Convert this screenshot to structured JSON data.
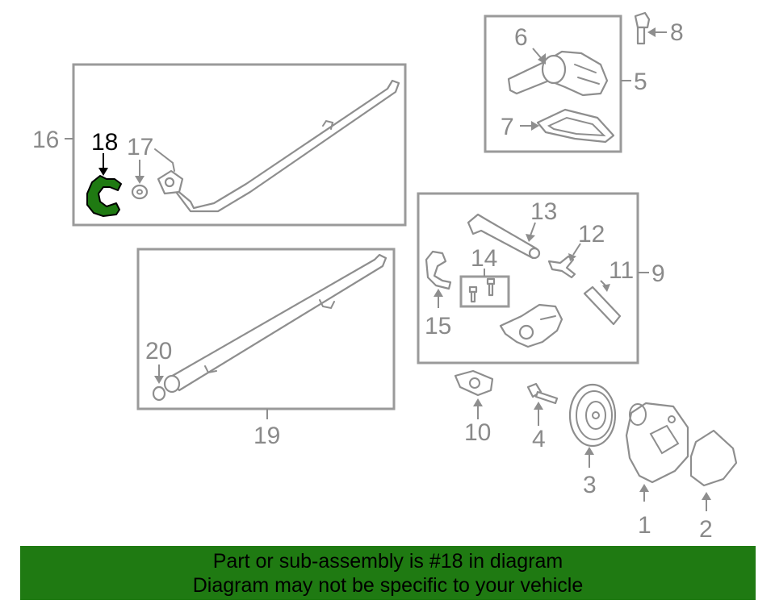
{
  "callouts": {
    "c1": "1",
    "c2": "2",
    "c3": "3",
    "c4": "4",
    "c5": "5",
    "c6": "6",
    "c7": "7",
    "c8": "8",
    "c9": "9",
    "c10": "10",
    "c11": "11",
    "c12": "12",
    "c13": "13",
    "c14": "14",
    "c15": "15",
    "c16": "16",
    "c17": "17",
    "c18": "18",
    "c19": "19",
    "c20": "20"
  },
  "highlight": {
    "part": "18",
    "color": "#1f7a12"
  },
  "banner": {
    "line1": "Part or sub-assembly is #18 in diagram",
    "line2": "Diagram may not be specific to your vehicle",
    "background": "#1f7a12"
  }
}
